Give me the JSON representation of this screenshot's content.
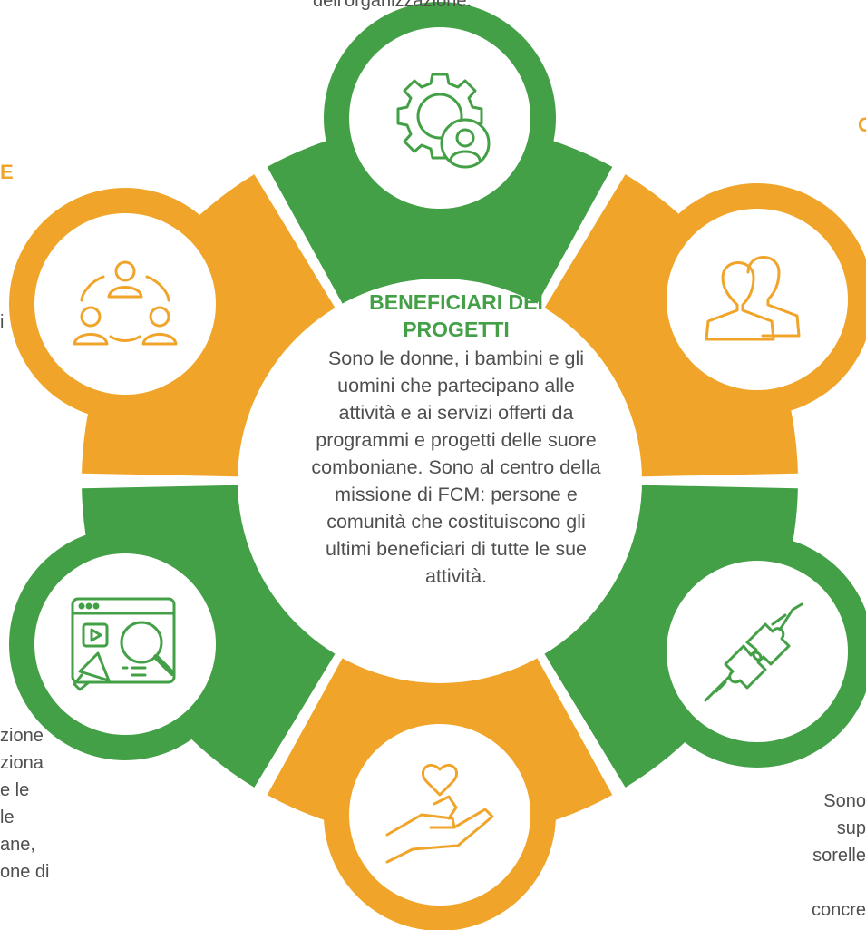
{
  "colors": {
    "green": "#43a047",
    "orange": "#f0a52a",
    "text": "#4f4f4f",
    "white": "#ffffff"
  },
  "center": {
    "title": "BENEFICIARI DEI PROGETTI",
    "body": "Sono le donne, i bambini e gli uomini che partecipano alle attività e ai servizi offerti da programmi e progetti delle suore comboniane. Sono al centro della missione di FCM: persone e comunità che costituiscono gli ultimi beneficiari di tutte le sue attività."
  },
  "segments": [
    {
      "position": "top",
      "color": "green",
      "icon": "gear-person-icon"
    },
    {
      "position": "upper-right",
      "color": "orange",
      "icon": "two-people-icon"
    },
    {
      "position": "lower-right",
      "color": "green",
      "icon": "puzzle-hands-icon"
    },
    {
      "position": "bottom",
      "color": "orange",
      "icon": "hand-heart-icon"
    },
    {
      "position": "lower-left",
      "color": "green",
      "icon": "web-search-megaphone-icon"
    },
    {
      "position": "upper-left",
      "color": "orange",
      "icon": "network-people-icon"
    }
  ],
  "fragments": {
    "top_text": "dell'organizzazione.",
    "left_heading": "E",
    "left_char": "i",
    "right_heading": "C",
    "bottom_left_lines": [
      "zione",
      "ziona",
      "e le",
      "le",
      "ane,",
      "one di"
    ],
    "bottom_right_lines": [
      "Sono",
      "sup",
      "sorelle",
      "",
      "concre"
    ]
  }
}
